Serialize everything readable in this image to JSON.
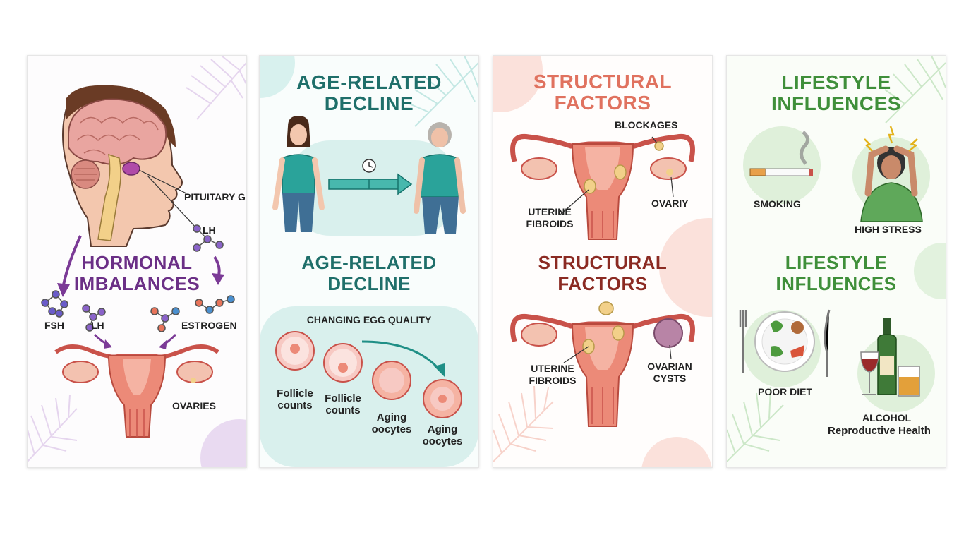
{
  "panels": [
    {
      "title_top": "",
      "title": "HORMONAL IMBALANCES",
      "labels": {
        "pituitary": "PITUITARY GLAND",
        "lh_top": "LH",
        "fsh": "FSH",
        "lh": "LH",
        "estrogen": "ESTROGEN",
        "ovaries": "OVARIES"
      },
      "color": "#6b2f86"
    },
    {
      "title_top": "AGE-RELATED DECLINE",
      "title": "AGE-RELATED DECLINE",
      "subtitle": "CHANGING EGG QUALITY",
      "labels": {
        "egg1": "Follicle counts",
        "egg2": "Follicle counts",
        "egg3": "Aging oocytes",
        "egg4": "Aging oocytes"
      },
      "color": "#1f6f6a"
    },
    {
      "title_top": "STRUCTURAL FACTORS",
      "title": "STRUCTURAL FACTORS",
      "labels": {
        "blockages": "BLOCKAGES",
        "fibroids_top": "UTERINE FIBROIDS",
        "ovary_top": "OVARIY",
        "fibroids": "UTERINE FIBROIDS",
        "cysts": "OVARIAN CYSTS"
      },
      "color_top": "#e0725f",
      "color": "#8b2a22"
    },
    {
      "title_top": "LIFESTYLE INFLUENCES",
      "title": "LIFESTYLE INFLUENCES",
      "labels": {
        "smoking": "SMOKING",
        "stress": "HIGH STRESS",
        "diet": "POOR DIET",
        "alcohol": "ALCOHOL",
        "repro": "Reproductive Health"
      },
      "color": "#3f8f3a"
    }
  ]
}
